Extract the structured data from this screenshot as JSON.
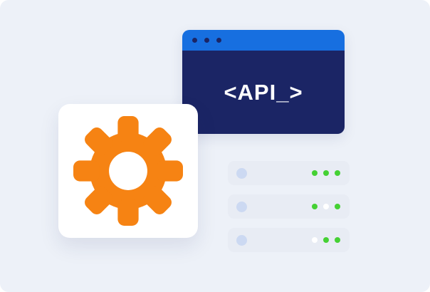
{
  "scene": {
    "background_color": "#edf1f8"
  },
  "browser_window": {
    "title_text": "<API_>",
    "titlebar_color": "#176fe0",
    "body_color": "#1b2565",
    "control_dot_color": "#1b2565",
    "control_dot_count": 3
  },
  "gear_card": {
    "card_color": "#ffffff",
    "gear_color": "#f68313"
  },
  "server_stack": {
    "row_color": "#e8ecf4",
    "port_color": "#ccd9f2",
    "led_colors": {
      "green": "#45d134",
      "white": "#ffffff"
    },
    "rows": [
      {
        "leds": [
          "green",
          "green",
          "green"
        ]
      },
      {
        "leds": [
          "green",
          "white",
          "green"
        ]
      },
      {
        "leds": [
          "white",
          "green",
          "green"
        ]
      }
    ]
  }
}
